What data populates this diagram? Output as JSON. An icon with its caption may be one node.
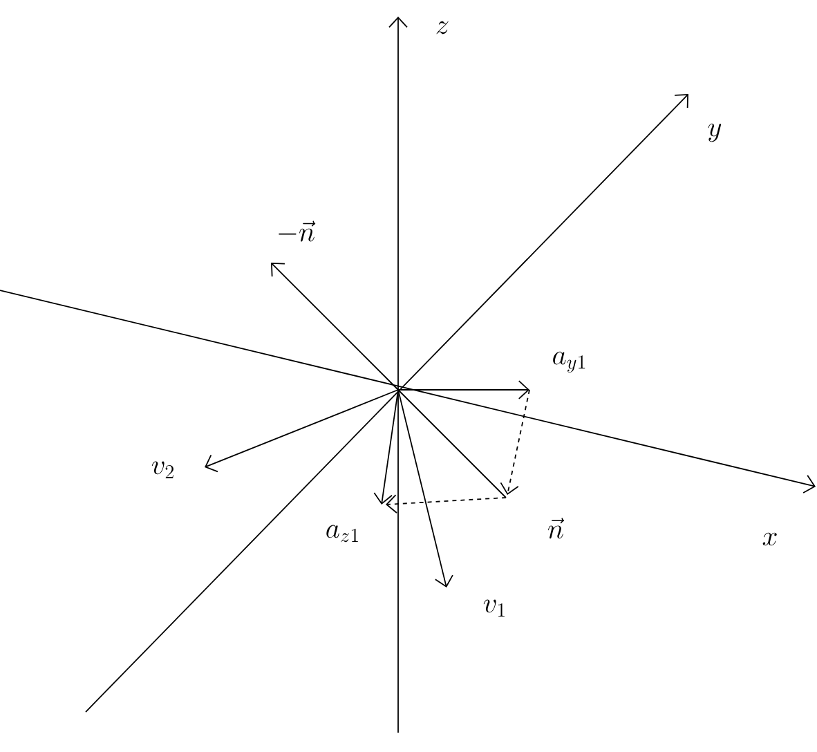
{
  "diagram": {
    "labels": [
      "z",
      "y",
      "-\\vec{n}",
      "a_{y1}",
      "v_{2}",
      "a_{z1}",
      "\\vec{n}",
      "x",
      "v_{1}"
    ]
  }
}
